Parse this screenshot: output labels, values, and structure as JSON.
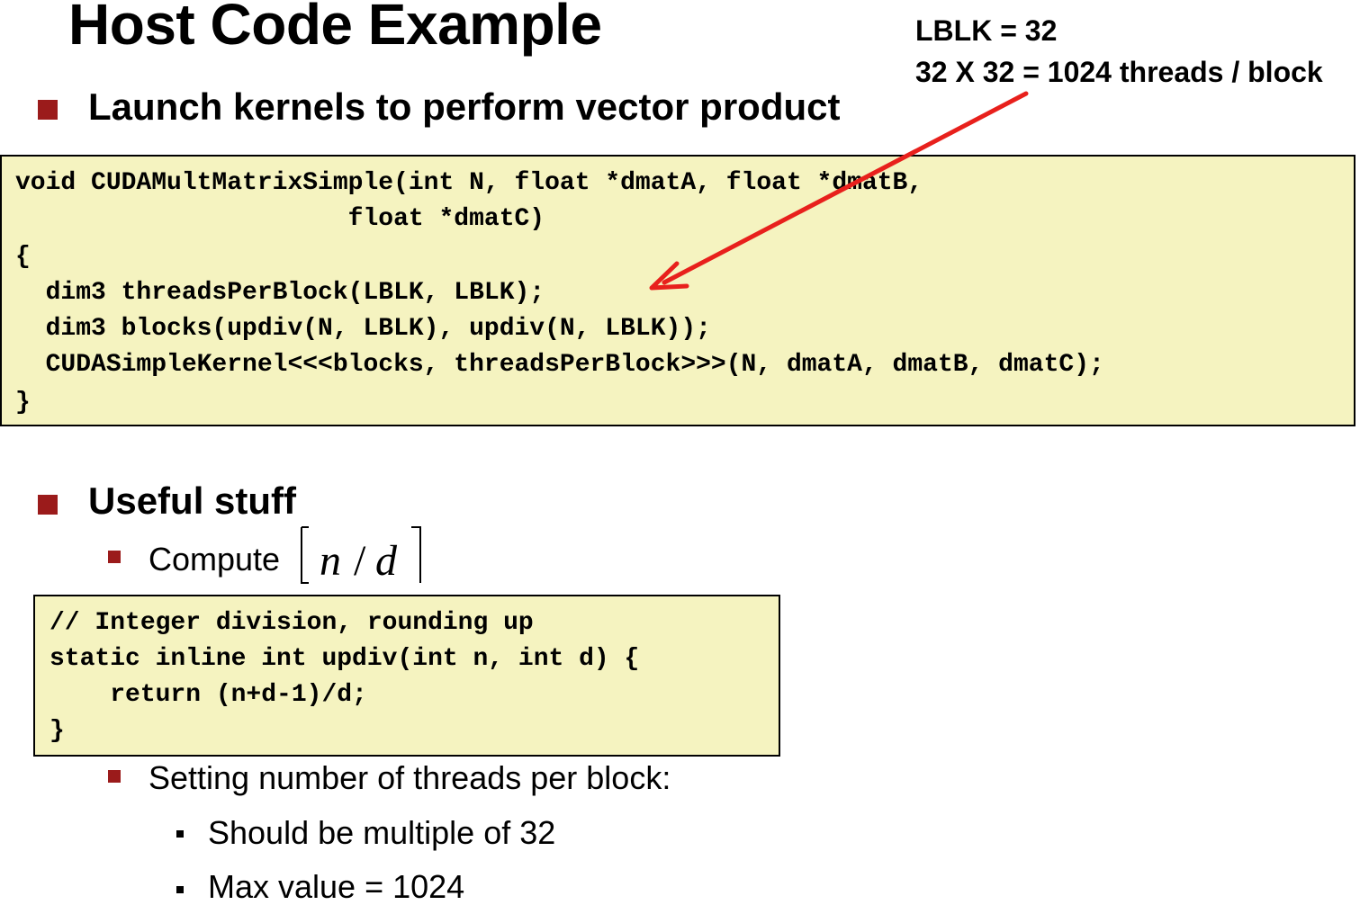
{
  "title": "Host Code Example",
  "annotation": {
    "line1": "LBLK = 32",
    "line2": "32 X 32 = 1024 threads / block"
  },
  "section1": {
    "heading": "Launch kernels to perform vector product"
  },
  "code1": [
    "void CUDAMultMatrixSimple(int N, float *dmatA, float *dmatB,",
    "                      float *dmatC)",
    "{",
    "  dim3 threadsPerBlock(LBLK, LBLK);",
    "  dim3 blocks(updiv(N, LBLK), updiv(N, LBLK));",
    "  CUDASimpleKernel<<<blocks, threadsPerBlock>>>(N, dmatA, dmatB, dmatC);",
    "}"
  ],
  "section2": {
    "heading": "Useful stuff",
    "compute_label": "Compute",
    "formula": {
      "n": "n",
      "slash": "/",
      "d": "d"
    },
    "setting_label": "Setting number of threads per block:",
    "sub_items": [
      "Should be multiple of 32",
      "Max value = 1024"
    ]
  },
  "code2": [
    "// Integer division, rounding up",
    "static inline int updiv(int n, int d) {",
    "    return (n+d-1)/d;",
    "}"
  ],
  "colors": {
    "code_background": "#f5f3c0",
    "bullet": "#9b1b1b",
    "arrow": "#e8201c"
  }
}
